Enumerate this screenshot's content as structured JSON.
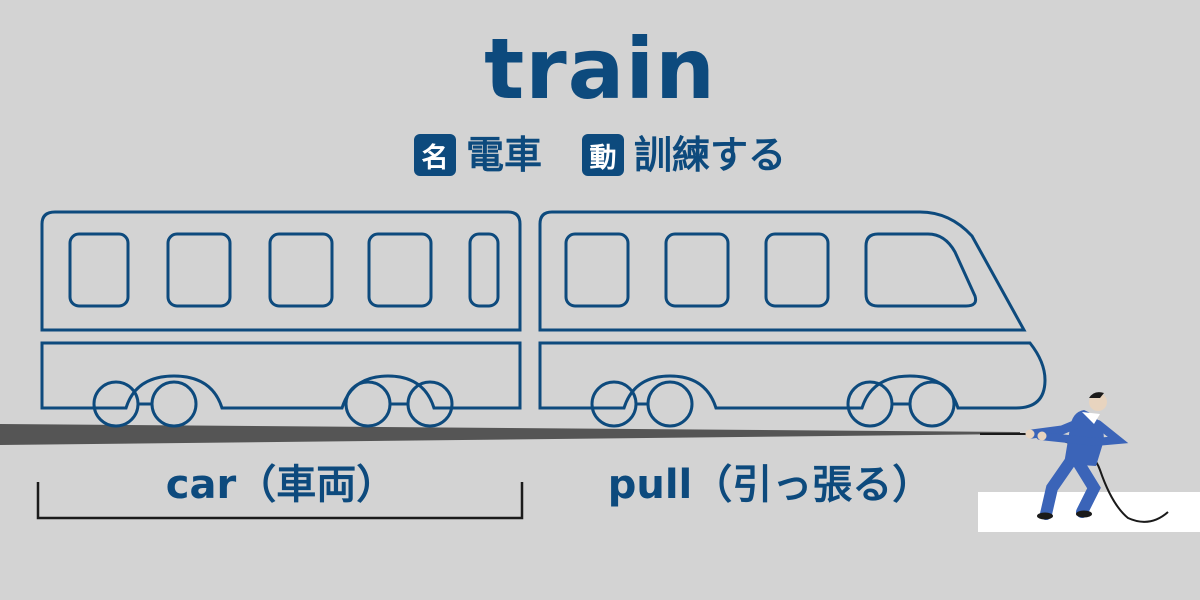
{
  "headword": "train",
  "senses": [
    {
      "badge": "名",
      "meaning": "電車"
    },
    {
      "badge": "動",
      "meaning": "訓練する"
    }
  ],
  "labels": {
    "car": "car（車両）",
    "pull": "pull（引っ張る）"
  },
  "colors": {
    "background": "#d3d3d3",
    "accent": "#0d4a7d",
    "man_suit": "#3b64b8",
    "rail": "#555555",
    "floor": "#ffffff"
  },
  "icons": [
    "train-car-icon",
    "locomotive-icon",
    "pulling-man-icon"
  ]
}
